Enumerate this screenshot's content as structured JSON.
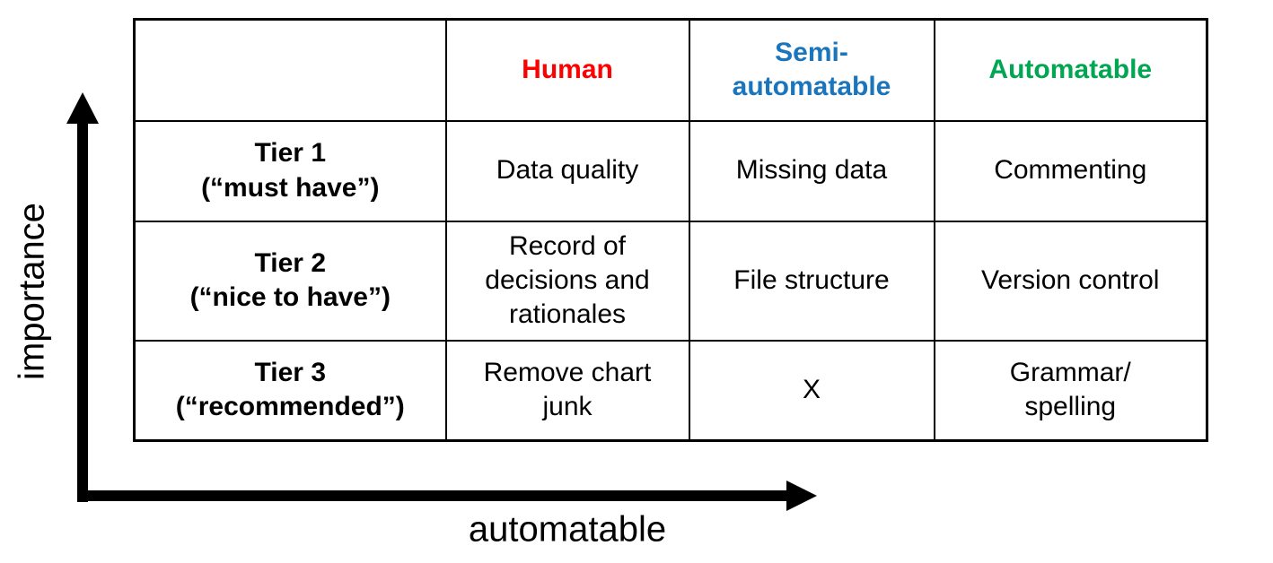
{
  "axes": {
    "y_label": "importance",
    "x_label": "automatable"
  },
  "colors": {
    "human_red": "#ff0000",
    "semi_automatable_blue": "#1b75bc",
    "automatable_green": "#00a651",
    "axis_black": "#000000"
  },
  "table": {
    "corner_label": "",
    "col_headers": [
      {
        "label": "Human"
      },
      {
        "label": "Semi-\nautomatable"
      },
      {
        "label": "Automatable"
      }
    ],
    "rows": [
      {
        "tier": "Tier 1\n(“must have”)",
        "cells": [
          "Data quality",
          "Missing data",
          "Commenting"
        ]
      },
      {
        "tier": "Tier 2\n(“nice to have”)",
        "cells": [
          "Record of\ndecisions and\nrationales",
          "File structure",
          "Version control"
        ]
      },
      {
        "tier": "Tier 3\n(“recommended”)",
        "cells": [
          "Remove chart\njunk",
          "X",
          "Grammar/\nspelling"
        ]
      }
    ]
  }
}
